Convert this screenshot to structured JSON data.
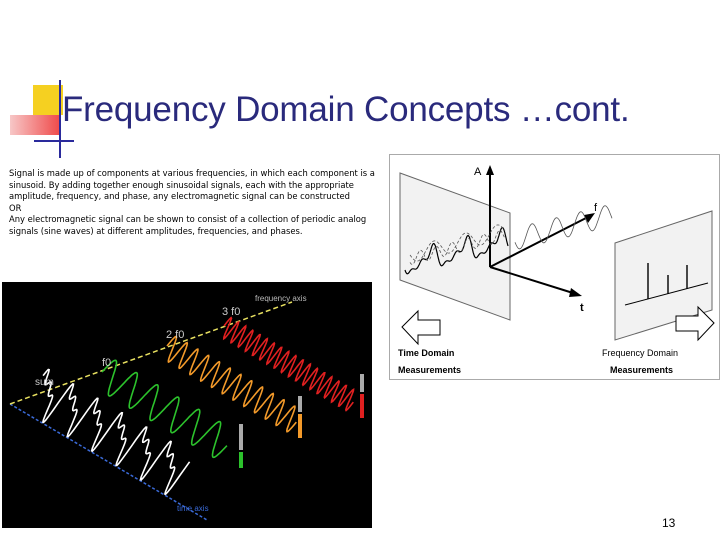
{
  "slide": {
    "title": "Frequency Domain Concepts …cont.",
    "body": [
      "Signal is made up of components at various frequencies, in which each component is a sinusoid. By adding together enough sinusoidal signals, each with the appropriate amplitude, frequency, and phase, any electromagnetic signal can be constructed",
      "OR",
      "Any electromagnetic signal can be shown to consist of a collection of periodic analog signals (sine waves) at different amplitudes, frequencies, and phases."
    ],
    "page_number": "13"
  },
  "figure_left": {
    "frequency_axis_label": "frequency axis",
    "time_axis_label": "time axis",
    "component_labels": [
      "3 f0",
      "2 f0",
      "f0"
    ],
    "sum_label": "sum",
    "colors": {
      "sum": "#ffffff",
      "f0": "#2cc22c",
      "two_f0": "#f39a2a",
      "three_f0": "#e02020",
      "freq_axis": "#e8e060",
      "time_axis": "#3a6ad8"
    }
  },
  "figure_right": {
    "amplitude_label": "A",
    "frequency_label": "f",
    "time_label": "t",
    "time_domain_label": "Time Domain",
    "time_measurements_label": "Measurements",
    "frequency_domain_label": "Frequency Domain",
    "frequency_measurements_label": "Measurements"
  },
  "decoration": {
    "colors": {
      "yellow": "#f5d021",
      "red": "#ef4a4a",
      "blue": "#2a2a9c"
    }
  }
}
